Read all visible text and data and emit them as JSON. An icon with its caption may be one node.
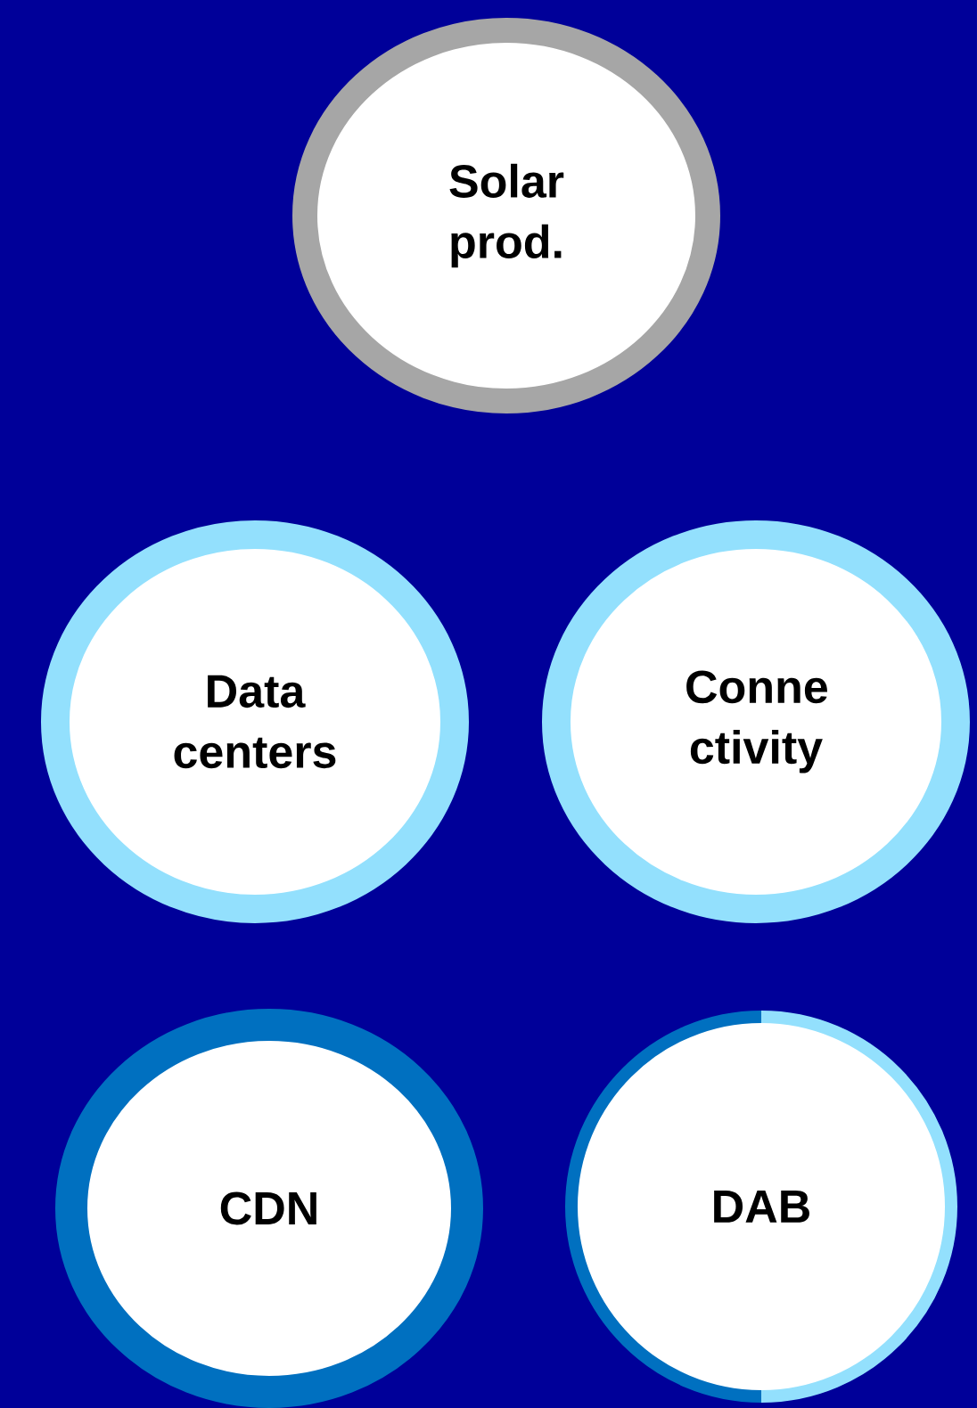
{
  "diagram": {
    "nodes": [
      {
        "text": [
          "Solar prod."
        ]
      },
      {
        "text": [
          "Data centers"
        ]
      },
      {
        "text": [
          "Conne ctivity"
        ]
      },
      {
        "text": [
          "CDN"
        ]
      },
      {
        "text": [
          "DAB"
        ]
      }
    ]
  }
}
